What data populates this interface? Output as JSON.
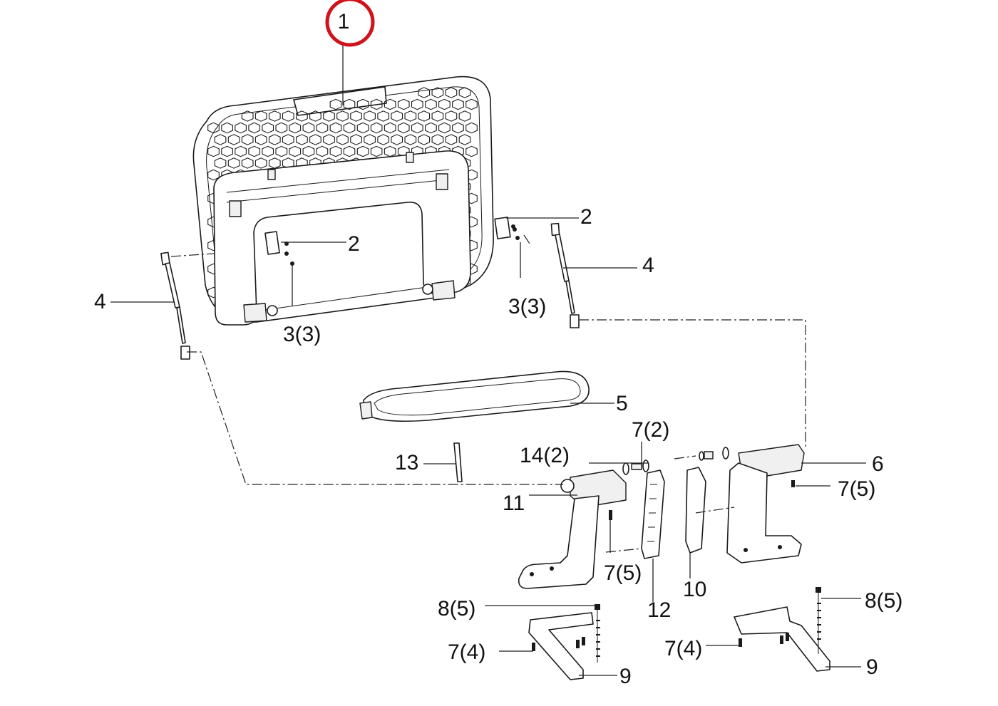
{
  "diagram": {
    "highlight": {
      "label": "1",
      "color": "#d0121b"
    },
    "callouts": [
      {
        "id": "c1",
        "text": "1"
      },
      {
        "id": "c2a",
        "text": "2"
      },
      {
        "id": "c2b",
        "text": "2"
      },
      {
        "id": "c3a",
        "text": "3(3)"
      },
      {
        "id": "c3b",
        "text": "3(3)"
      },
      {
        "id": "c4a",
        "text": "4"
      },
      {
        "id": "c4b",
        "text": "4"
      },
      {
        "id": "c5",
        "text": "5"
      },
      {
        "id": "c6",
        "text": "6"
      },
      {
        "id": "c72",
        "text": "7(2)"
      },
      {
        "id": "c142",
        "text": "14(2)"
      },
      {
        "id": "c13",
        "text": "13"
      },
      {
        "id": "c11",
        "text": "11"
      },
      {
        "id": "c75a",
        "text": "7(5)"
      },
      {
        "id": "c75b",
        "text": "7(5)"
      },
      {
        "id": "c12",
        "text": "12"
      },
      {
        "id": "c10",
        "text": "10"
      },
      {
        "id": "c85a",
        "text": "8(5)"
      },
      {
        "id": "c85b",
        "text": "8(5)"
      },
      {
        "id": "c74a",
        "text": "7(4)"
      },
      {
        "id": "c74b",
        "text": "7(4)"
      },
      {
        "id": "c9a",
        "text": "9"
      },
      {
        "id": "c9b",
        "text": "9"
      }
    ]
  }
}
